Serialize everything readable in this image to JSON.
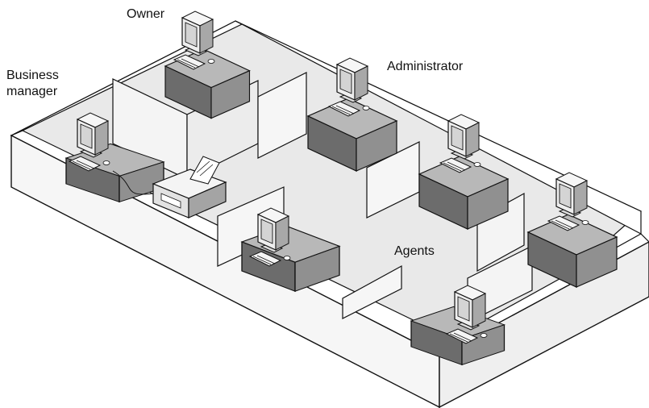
{
  "labels": {
    "owner": "Owner",
    "business_manager_line1": "Business",
    "business_manager_line2": "manager",
    "administrator": "Administrator",
    "agents": "Agents"
  },
  "colors": {
    "floor": "#e9e9e9",
    "wall_top": "#ffffff",
    "wall_side": "#f4f4f4",
    "desk_top": "#b8b8b8",
    "desk_front": "#6c6c6c",
    "monitor": "#eeeeee",
    "screen": "#d4d4d4",
    "outline": "#111111"
  }
}
